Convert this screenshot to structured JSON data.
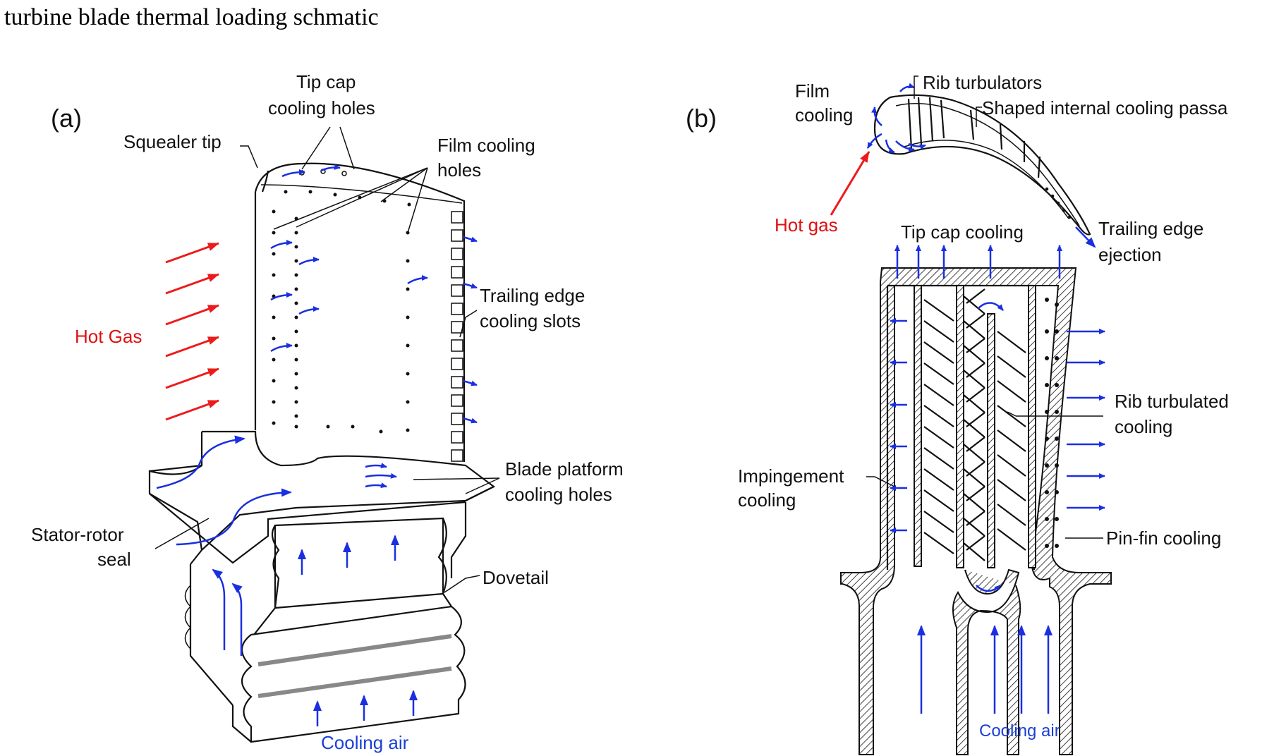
{
  "title": "turbine blade thermal loading schmatic",
  "panel_a": {
    "tag": "(a)",
    "labels": {
      "tip_cap_1": "Tip cap",
      "tip_cap_2": "cooling holes",
      "squealer": "Squealer tip",
      "film_1": "Film cooling",
      "film_2": "holes",
      "hot_gas": "Hot Gas",
      "te_slots_1": "Trailing edge",
      "te_slots_2": "cooling slots",
      "platform_1": "Blade platform",
      "platform_2": "cooling holes",
      "seal_1": "Stator-rotor",
      "seal_2": "seal",
      "dovetail": "Dovetail",
      "cooling_air": "Cooling air"
    }
  },
  "panel_b": {
    "tag": "(b)",
    "labels": {
      "film_1": "Film",
      "film_2": "cooling",
      "rib_turb": "Rib turbulators",
      "shaped": "Shaped internal cooling passa",
      "hot_gas": "Hot gas",
      "tip_cap": "Tip cap cooling",
      "te_1": "Trailing edge",
      "te_2": "ejection",
      "rib_cool_1": "Rib turbulated",
      "rib_cool_2": "cooling",
      "imp_1": "Impingement",
      "imp_2": "cooling",
      "pin_fin": "Pin-fin cooling",
      "cooling_air": "Cooling air"
    }
  },
  "colors": {
    "hot": "#ee1a1a",
    "cool": "#1a2fe0",
    "line": "#111111"
  }
}
